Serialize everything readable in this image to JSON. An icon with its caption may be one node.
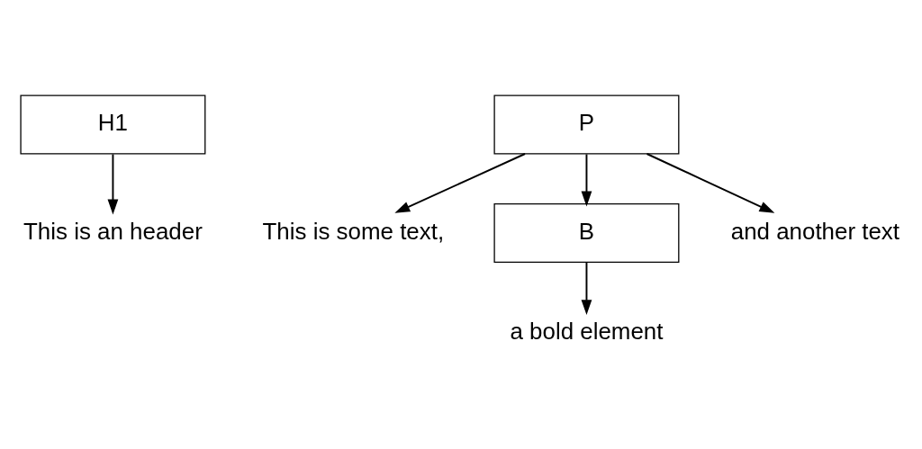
{
  "diagram": {
    "nodes": [
      {
        "text": [
          "H1"
        ]
      },
      {
        "text": [
          "This is an header"
        ]
      },
      {
        "text": [
          "P"
        ]
      },
      {
        "text": [
          "This is some text,"
        ]
      },
      {
        "text": [
          "B"
        ]
      },
      {
        "text": [
          "and another text"
        ]
      },
      {
        "text": [
          "a bold element"
        ]
      }
    ],
    "edges": [
      {
        "from": 0,
        "to": 1,
        "arrow": "to"
      },
      {
        "from": 2,
        "to": 3,
        "arrow": "to"
      },
      {
        "from": 2,
        "to": 4,
        "arrow": "to"
      },
      {
        "from": 2,
        "to": 5,
        "arrow": "to"
      },
      {
        "from": 4,
        "to": 6,
        "arrow": "to"
      }
    ]
  }
}
